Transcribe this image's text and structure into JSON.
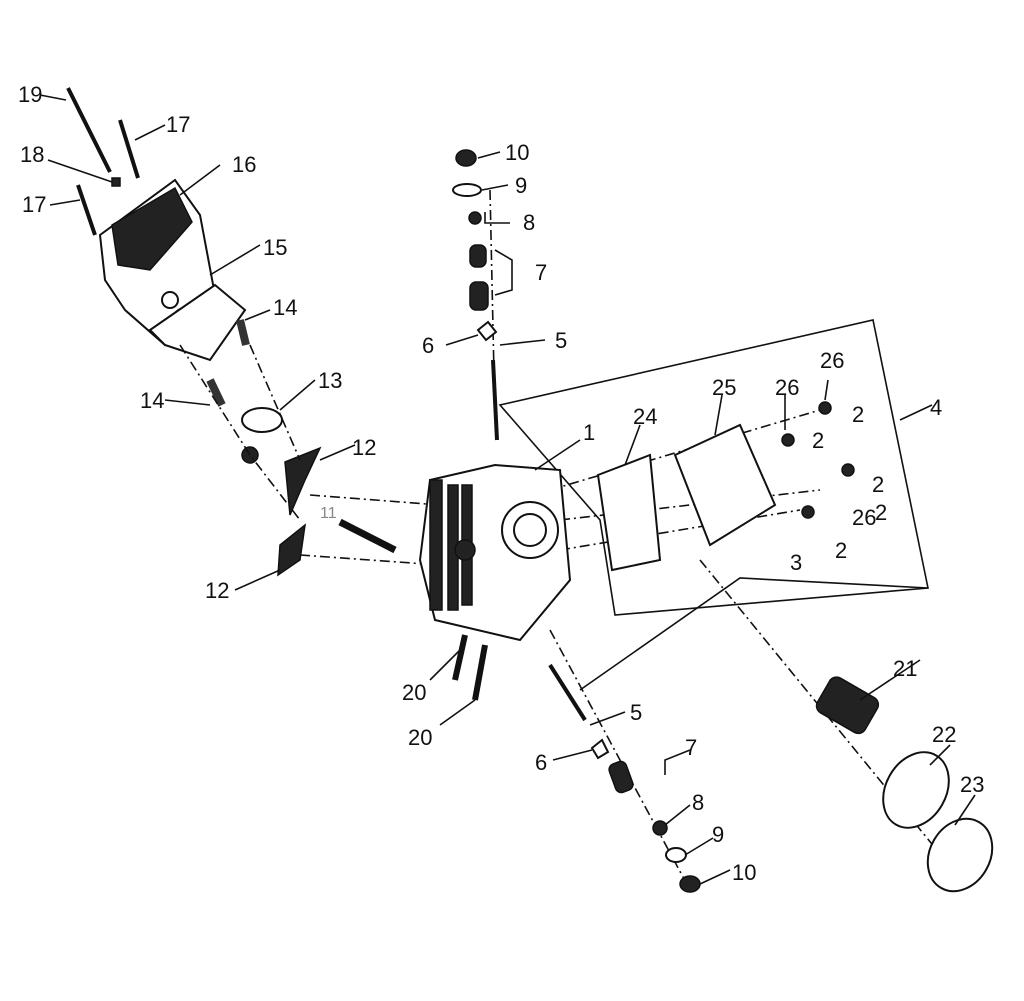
{
  "diagram": {
    "title": "Cylinder head exploded view",
    "callouts": [
      "19",
      "17",
      "18",
      "16",
      "17",
      "15",
      "14",
      "14",
      "13",
      "12",
      "11",
      "12",
      "10",
      "9",
      "8",
      "7",
      "6",
      "5",
      "1",
      "24",
      "25",
      "26",
      "26",
      "2",
      "2",
      "2",
      "4",
      "26",
      "2",
      "3",
      "2",
      "21",
      "22",
      "23",
      "20",
      "20",
      "5",
      "6",
      "7",
      "8",
      "9",
      "10"
    ]
  }
}
